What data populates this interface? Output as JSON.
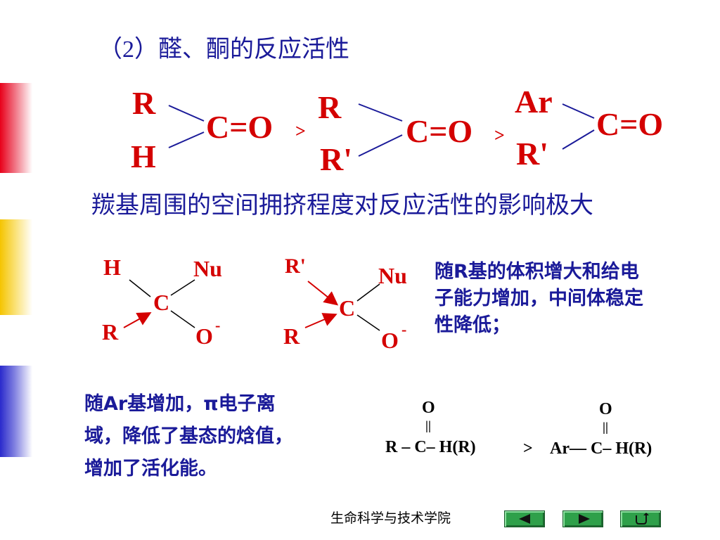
{
  "title": "（2）醛、酮的反应活性",
  "sidebar_colors": [
    "#e8001a",
    "#f5c400",
    "#2a2acc"
  ],
  "row1": {
    "m1": {
      "top": "R",
      "bottom": "H",
      "co": "C=O"
    },
    "gt1": ">",
    "m2": {
      "top": "R",
      "bottom": "R'",
      "co": "C=O"
    },
    "gt2": ">",
    "m3": {
      "top": "Ar",
      "bottom": "R'",
      "co": "C=O"
    }
  },
  "statement": "羰基周围的空间拥挤程度对反应活性的影响极大",
  "mech1": {
    "h": "H",
    "nu": "Nu",
    "c": "C",
    "r": "R",
    "o": "O",
    "charge": "-"
  },
  "mech2": {
    "rp": "R'",
    "nu": "Nu",
    "c": "C",
    "r": "R",
    "o": "O",
    "charge": "-"
  },
  "note1": [
    "随R基的体积增大和给电",
    "子能力增加，中间体稳定",
    "性降低；"
  ],
  "note2": [
    "随Ar基增加，π电子离",
    "域，降低了基态的焓值，",
    "增加了活化能。"
  ],
  "formula1": {
    "o": "O",
    "bond": "||",
    "chain": "R – C– H(R)"
  },
  "formula_gt": ">",
  "formula2": {
    "o": "O",
    "bond": "||",
    "chain": "Ar— C– H(R)"
  },
  "footer": "生命科学与技术学院",
  "nav": {
    "prev": "left-triangle-icon",
    "next": "right-triangle-icon",
    "return": "return-arrow-icon"
  }
}
